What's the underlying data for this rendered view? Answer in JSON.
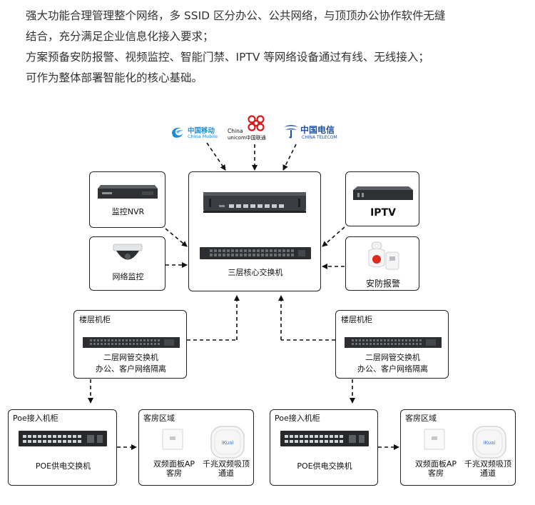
{
  "intro": {
    "line1": "强大功能合理管理整个网络，多 SSID 区分办公、公共网络，与顶顶办公协作软件无缝",
    "line2": "结合，充分满足企业信息化接入要求；",
    "line3": "方案预备安防报警、视频监控、智能门禁、IPTV 等网络设备通过有线、无线接入；",
    "line4": "可作为整体部署智能化的核心基础。"
  },
  "carriers": {
    "mobile_cn": "中国移动",
    "mobile_en": "China Mobile",
    "unicom_en1": "China",
    "unicom_en2": "unicom中国联通",
    "telecom_cn": "中国电信",
    "telecom_en": "CHINA TELECOM"
  },
  "core": {
    "label": "三层核心交换机"
  },
  "left_devices": {
    "nvr": "监控NVR",
    "camera": "网络监控"
  },
  "right_devices": {
    "iptv_badge": "IPTV",
    "iptv": "IPTV",
    "alarm": "安防报警"
  },
  "floor": {
    "title": "楼层机柜",
    "switch": "二层网管交换机",
    "note": "办公、客户网络隔离"
  },
  "poe": {
    "title": "Poe接入机柜",
    "switch": "POE供电交换机"
  },
  "guest": {
    "title": "客房区域",
    "panel_ap_1": "双频面板AP",
    "panel_ap_2": "客房",
    "ceiling_ap_1": "千兆双频吸顶",
    "ceiling_ap_2": "通道",
    "ap_brand": "iKuai"
  },
  "colors": {
    "line": "#222222",
    "telecom": "#1d4fa3",
    "unicom": "#d7191c",
    "mobile": "#1a8ed8"
  }
}
